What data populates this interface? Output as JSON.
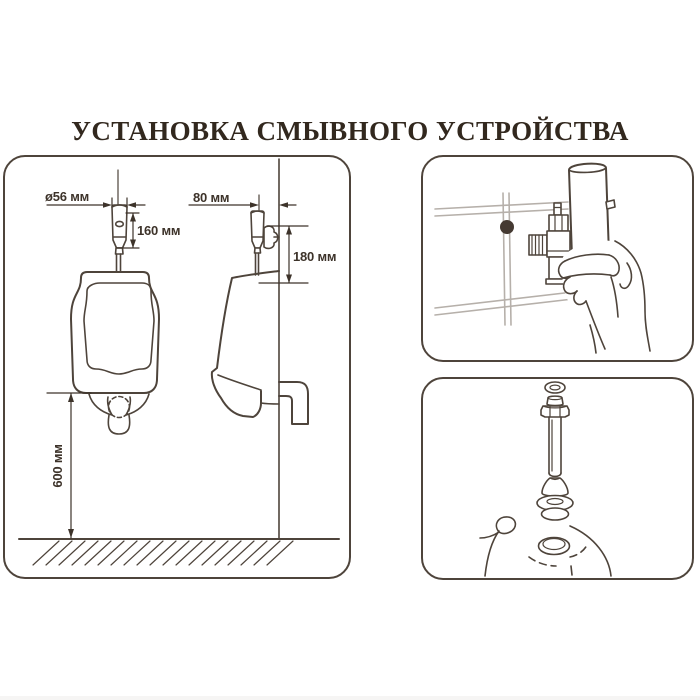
{
  "title": "УСТАНОВКА СМЫВНОГО УСТРОЙСТВА",
  "dimensions": {
    "front_view": {
      "spud_diameter": "ø56 мм",
      "valve_height": "160 мм",
      "floor_clearance": "600 мм"
    },
    "side_view": {
      "wall_offset": "80 мм",
      "inlet_drop": "180 мм"
    }
  },
  "panels": {
    "left": "urinal-installation-dimension-drawing",
    "top_right": "hand-mounting-flush-valve-on-tiled-wall",
    "bottom_right": "flush-pipe-exploded-assembly"
  },
  "colors": {
    "background": "#ffffff",
    "line_art": "#4e443b",
    "panel_border": "#4e443b",
    "tile_grout": "#b6b0aa",
    "title_text": "#32281e",
    "dimension_text": "#3d332a",
    "drill_dot": "#453a32"
  }
}
